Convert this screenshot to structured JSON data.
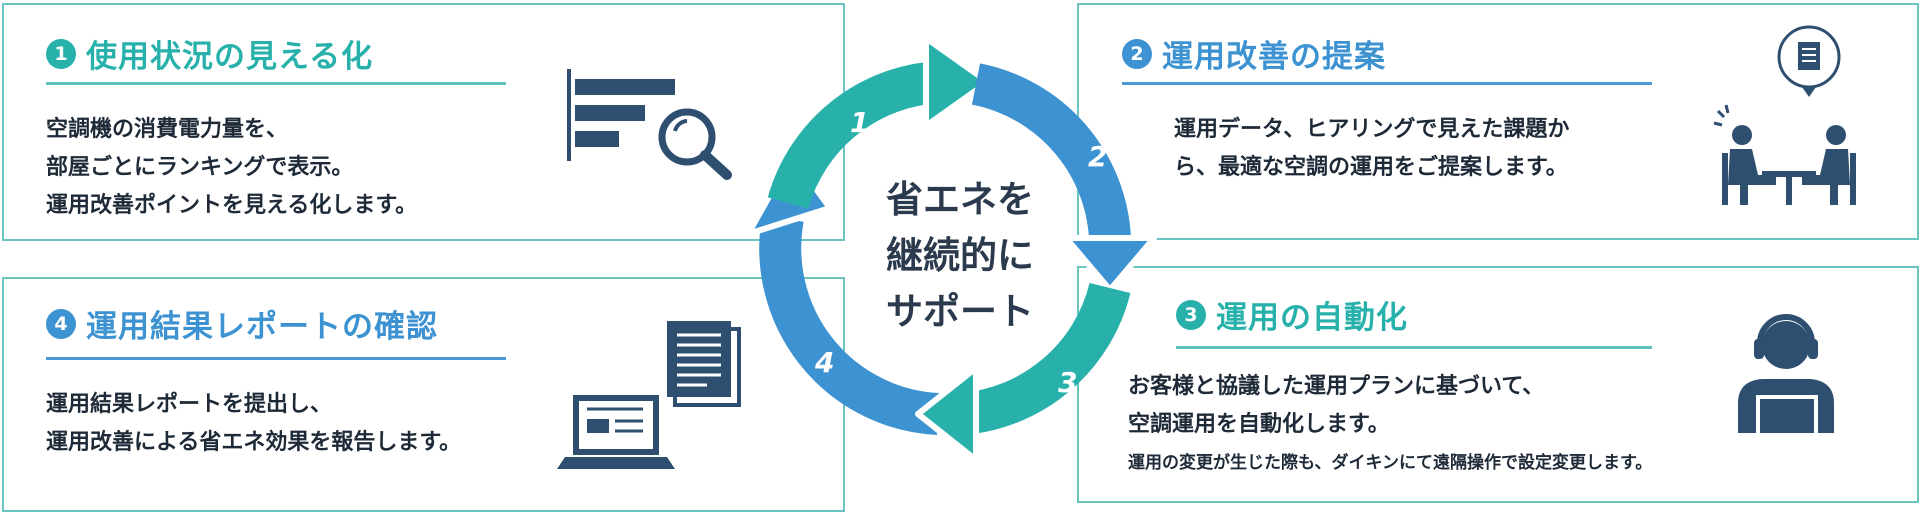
{
  "center": {
    "lines": [
      "省エネを",
      "継続的に",
      "サポート"
    ]
  },
  "steps": [
    {
      "number": "1",
      "title": "使用状況の見える化",
      "body": [
        "空調機の消費電力量を、",
        "部屋ごとにランキングで表示。",
        "運用改善ポイントを見える化します。"
      ],
      "icon": "ranking-search-icon"
    },
    {
      "number": "2",
      "title": "運用改善の提案",
      "body": [
        "運用データ、ヒアリングで見えた課題か",
        "ら、最適な空調の運用をご提案します。"
      ],
      "icon": "consultation-meeting-icon"
    },
    {
      "number": "3",
      "title": "運用の自動化",
      "body": [
        "お客様と協議した運用プランに基づいて、",
        "空調運用を自動化します。"
      ],
      "note": "運用の変更が生じた際も、ダイキンにて遠隔操作で設定変更します。",
      "icon": "operator-headset-icon"
    },
    {
      "number": "4",
      "title": "運用結果レポートの確認",
      "body": [
        "運用結果レポートを提出し、",
        "運用改善による省エネ効果を報告します。"
      ],
      "icon": "report-laptop-icon"
    }
  ],
  "colors": {
    "teal": "#28b1ab",
    "blue": "#3d93d2",
    "navy": "#2e4f70",
    "text": "#1e2a38"
  }
}
